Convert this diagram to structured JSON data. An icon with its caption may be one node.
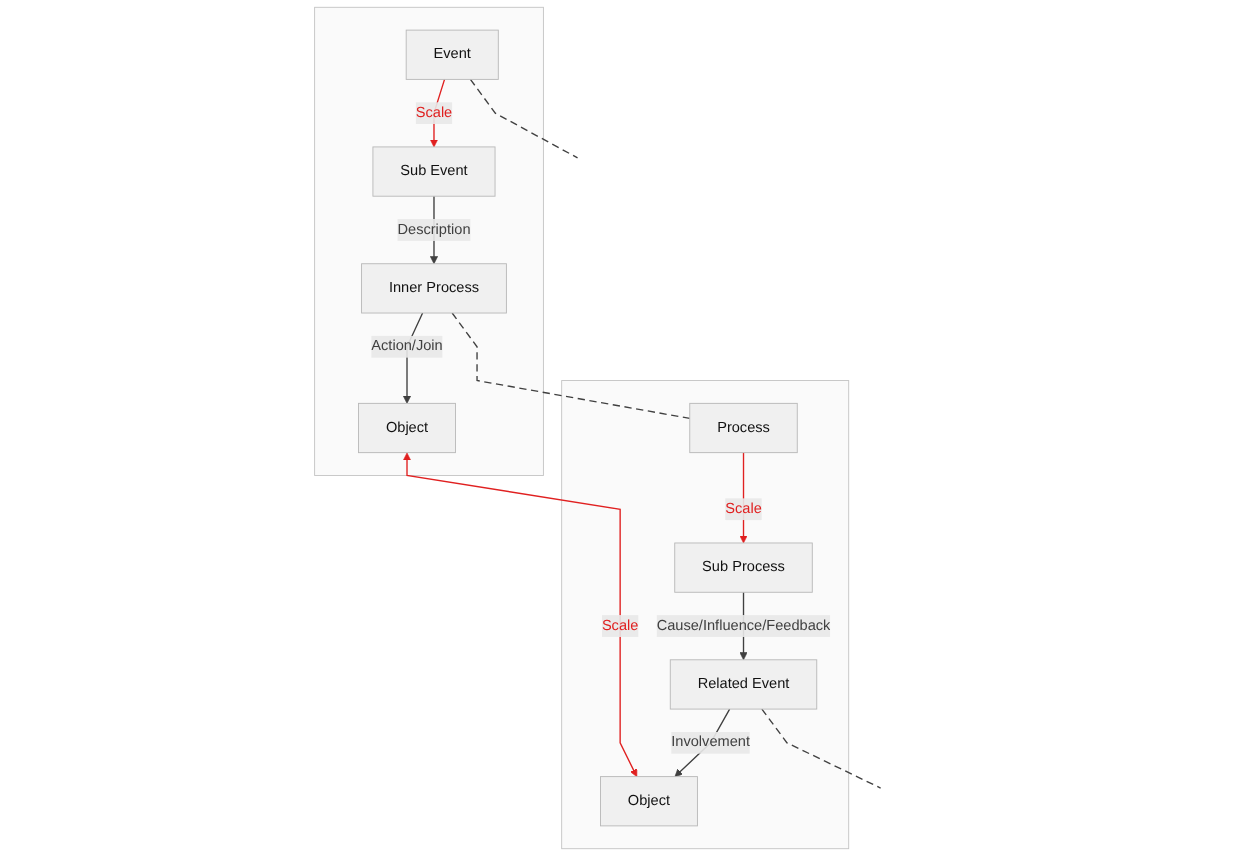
{
  "diagram": {
    "nodes": [
      {
        "text": [],
        "shape": "box"
      },
      {
        "text": [
          "Event"
        ],
        "in": 0
      },
      {
        "text": [
          "Sub Event"
        ],
        "in": 0
      },
      {
        "text": [
          "Inner Process"
        ],
        "in": 0
      },
      {
        "text": [
          "Object"
        ],
        "in": 0
      },
      {
        "text": [],
        "shape": "box"
      },
      {
        "text": [
          "Process"
        ],
        "in": 5
      },
      {
        "text": [
          "Sub Process"
        ],
        "in": 5
      },
      {
        "text": [
          "Related Event"
        ],
        "in": 5
      },
      {
        "text": [
          "Object"
        ],
        "in": 5
      }
    ],
    "edges": [
      {
        "from": 1,
        "to": 2,
        "arrow": "to",
        "label": "Scale",
        "color": "#e02020"
      },
      {
        "from": 2,
        "to": 3,
        "arrow": "to",
        "label": "Description"
      },
      {
        "from": 3,
        "to": 4,
        "arrow": "to",
        "label": "Action/Join"
      },
      {
        "from": 6,
        "to": 7,
        "arrow": "to",
        "label": "Scale",
        "color": "#e02020"
      },
      {
        "from": 7,
        "to": 8,
        "arrow": "to",
        "label": "Cause/Influence/Feedback"
      },
      {
        "from": 8,
        "to": 9,
        "arrow": "to",
        "label": "Involvement"
      },
      {
        "from": 4,
        "to": 9,
        "arrow": "both",
        "label": "Scale",
        "color": "#e02020"
      },
      {
        "from": 3,
        "to": 6,
        "arrow": "none",
        "style": "dashed"
      },
      {
        "from": 1,
        "to": null,
        "arrow": "none",
        "style": "dashed"
      },
      {
        "from": 8,
        "to": null,
        "arrow": "none",
        "style": "dashed"
      }
    ]
  }
}
